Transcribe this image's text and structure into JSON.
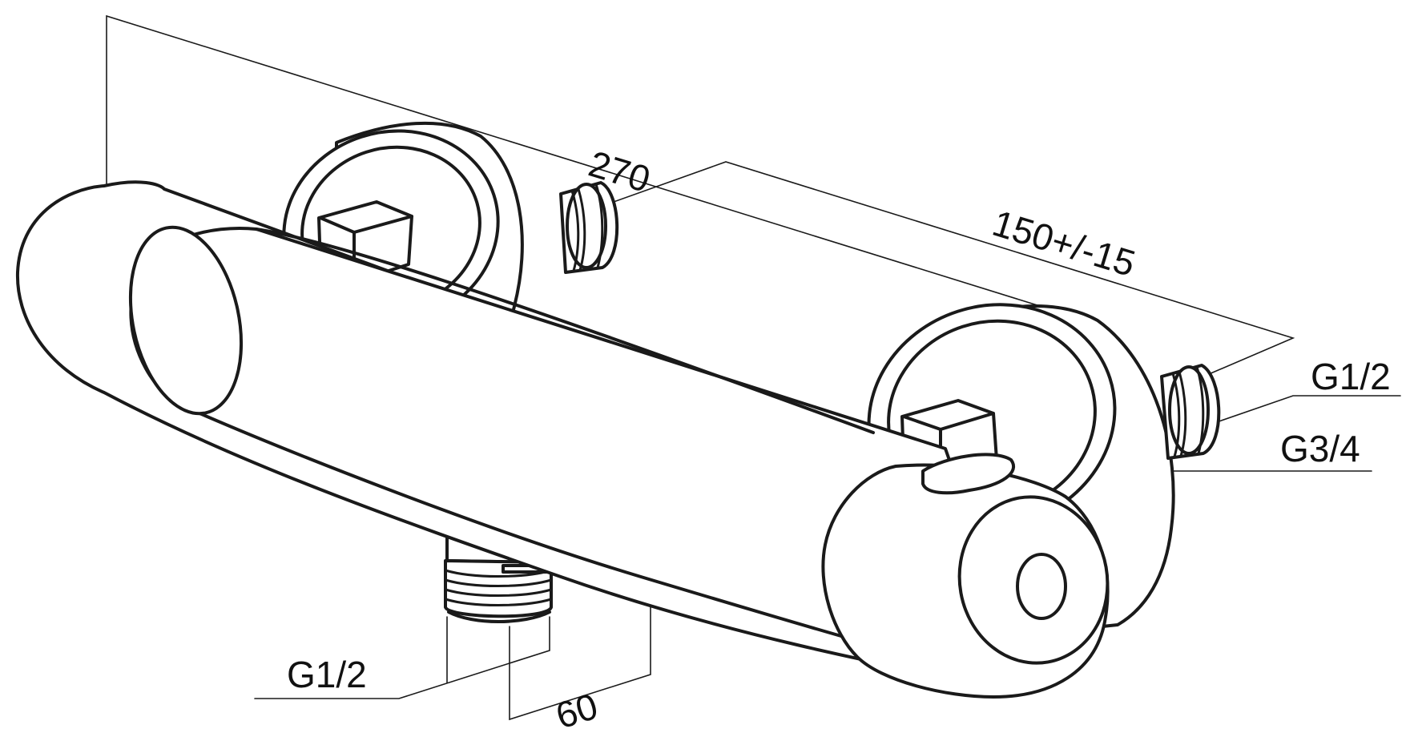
{
  "dimensions": {
    "overall_length": "270",
    "center_distance": "150+/-15",
    "projection": "60"
  },
  "connections": {
    "right_inlet_outer": "G1/2",
    "right_inlet_inner": "G3/4",
    "bottom_outlet": "G1/2"
  },
  "colors": {
    "line": "#1a1a1a",
    "background": "#ffffff"
  }
}
